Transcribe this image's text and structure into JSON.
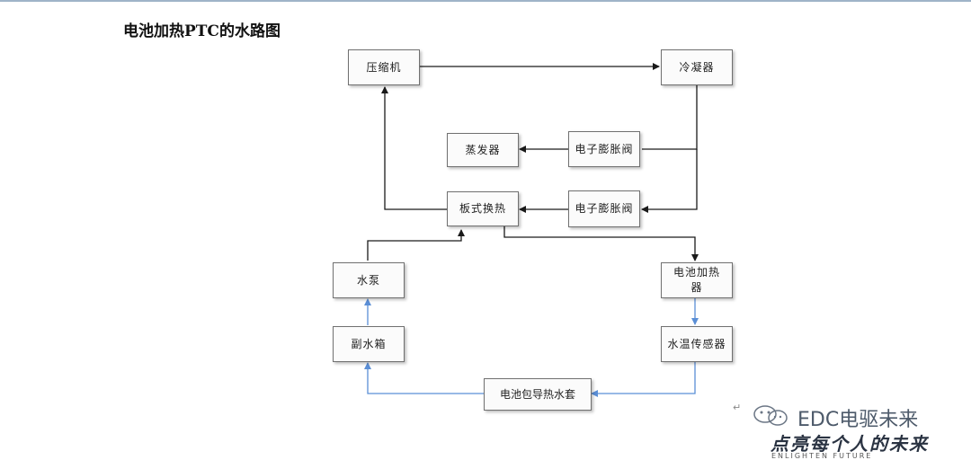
{
  "title": "电池加热PTC的水路图",
  "nodes": {
    "compressor": "压缩机",
    "condenser": "冷凝器",
    "evaporator": "蒸发器",
    "exv1": "电子膨胀阀",
    "plate_hx": "板式换热",
    "exv2": "电子膨胀阀",
    "pump": "水泵",
    "battery_heater": "电池加热器",
    "aux_tank": "副水箱",
    "water_temp_sensor": "水温传感器",
    "battery_jacket": "电池包导热水套"
  },
  "colors": {
    "refrigerant_line": "#1a1a1a",
    "coolant_line": "#5b8fd6"
  },
  "watermark": {
    "name": "EDC电驱未来",
    "slogan": "点亮每个人的未来",
    "sub": "ENLIGHTEN FUTURE",
    "mark": "↵",
    "icon": "wechat-icon"
  }
}
